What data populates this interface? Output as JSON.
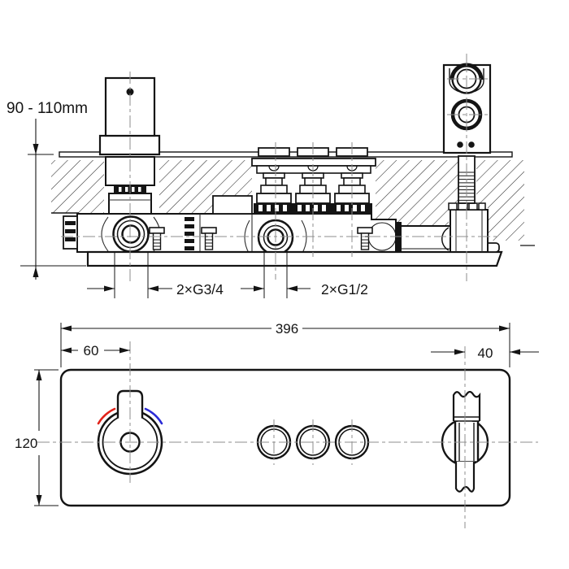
{
  "drawing": {
    "top_view": {
      "depth_label": "90 - 110mm",
      "inlet_thread_label": "2×G3/4",
      "outlet_thread_label": "2×G1/2"
    },
    "front_view": {
      "width_label": "396",
      "knob_offset_label": "60",
      "outlet_offset_label": "40",
      "height_label": "120"
    },
    "colors": {
      "hot_indicator": "#e2231a",
      "cold_indicator": "#2b2bd6",
      "line": "#141414",
      "centerline": "#8d8d8d"
    }
  }
}
